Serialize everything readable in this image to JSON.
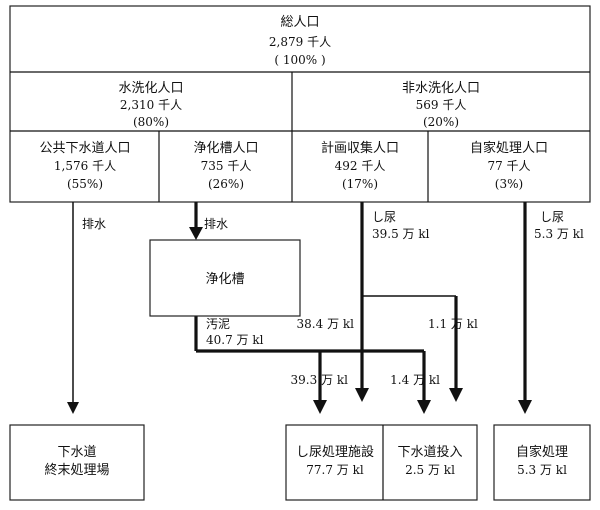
{
  "population": {
    "total": {
      "title": "総人口",
      "value": "2,879 千人",
      "pct": "( 100% )"
    },
    "flush": {
      "title": "水洗化人口",
      "value": "2,310 千人",
      "pct": "(80%)"
    },
    "nonflush": {
      "title": "非水洗化人口",
      "value": "569 千人",
      "pct": "(20%)"
    },
    "public_sewer": {
      "title": "公共下水道人口",
      "value": "1,576 千人",
      "pct": "(55%)"
    },
    "septic": {
      "title": "浄化槽人口",
      "value": "735 千人",
      "pct": "(26%)"
    },
    "planned": {
      "title": "計画収集人口",
      "value": "492 千人",
      "pct": "(17%)"
    },
    "self": {
      "title": "自家処理人口",
      "value": "77 千人",
      "pct": "(3%)"
    }
  },
  "flows": {
    "drain_left": "排水",
    "drain_septic": "排水",
    "night_soil_label": "し尿",
    "night_soil_amount": "39.5 万 kl",
    "self_label": "し尿",
    "self_amount": "5.3 万 kl",
    "sludge_label": "汚泥",
    "sludge_amount": "40.7 万 kl",
    "split_main": "38.4 万 kl",
    "split_side": "1.1 万 kl",
    "to_plant": "39.3 万 kl",
    "to_sewer": "1.4 万 kl"
  },
  "facilities": {
    "septic_tank": "浄化槽",
    "sewer_plant": {
      "line1": "下水道",
      "line2": "終末処理場"
    },
    "treatment_plant": {
      "title": "し尿処理施設",
      "amount": "77.7 万 kl"
    },
    "sewer_input": {
      "title": "下水道投入",
      "amount": "2.5 万 kl"
    },
    "self_treatment": {
      "title": "自家処理",
      "amount": "5.3 万 kl"
    }
  }
}
